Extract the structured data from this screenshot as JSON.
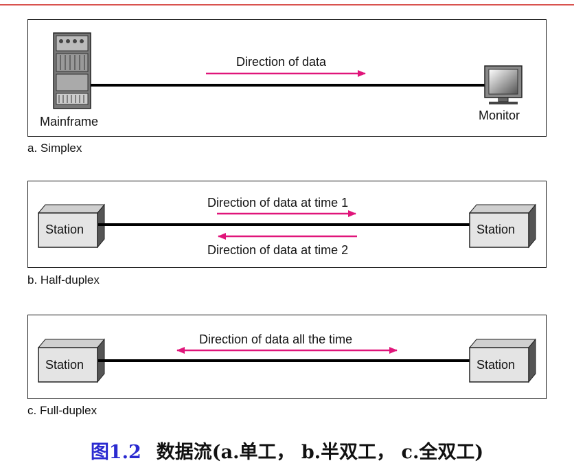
{
  "panels": {
    "simplex": {
      "caption": "a. Simplex",
      "left_device": "Mainframe",
      "right_device": "Monitor",
      "arrow_label": "Direction of data"
    },
    "half_duplex": {
      "caption": "b. Half-duplex",
      "left_device": "Station",
      "right_device": "Station",
      "arrow_label_top": "Direction of data at time 1",
      "arrow_label_bottom": "Direction of data at time 2"
    },
    "full_duplex": {
      "caption": "c. Full-duplex",
      "left_device": "Station",
      "right_device": "Station",
      "arrow_label": "Direction of data all the time"
    }
  },
  "figure_caption": {
    "number": "图1.2",
    "text": "数据流(a.单工， b.半双工， c.全双工)"
  },
  "colors": {
    "arrow": "#e0157a",
    "rule": "#d9534f",
    "caption_number": "#2a2ad0"
  },
  "icons": [
    "mainframe-icon",
    "monitor-icon",
    "station-box-icon"
  ]
}
